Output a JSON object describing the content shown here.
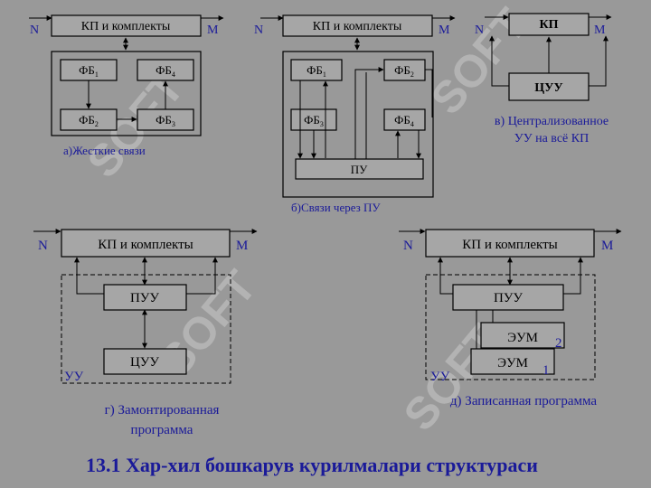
{
  "watermark": "SOFT",
  "panel_a": {
    "n": "N",
    "m": "M",
    "top": "КП и комплекты",
    "fb1": "ФБ",
    "fb1_sub": "1",
    "fb4": "ФБ",
    "fb4_sub": "4",
    "fb2": "ФБ",
    "fb2_sub": "2",
    "fb3": "ФБ",
    "fb3_sub": "3",
    "caption": "а)Жесткие связи"
  },
  "panel_b": {
    "n": "N",
    "m": "M",
    "top": "КП и комплекты",
    "fb1": "ФБ",
    "fb1_sub": "1",
    "fb2": "ФБ",
    "fb2_sub": "2",
    "fb3": "ФБ",
    "fb3_sub": "3",
    "fb4": "ФБ",
    "fb4_sub": "4",
    "pu": "ПУ",
    "caption": "б)Связи через ПУ"
  },
  "panel_c": {
    "n": "N",
    "m": "M",
    "top": "КП",
    "cuu": "ЦУУ",
    "caption1": "в) Централизованное",
    "caption2": "УУ на всё КП"
  },
  "panel_d": {
    "n": "N",
    "m": "M",
    "top": "КП и комплекты",
    "puu": "ПУУ",
    "cuu": "ЦУУ",
    "uu": "УУ",
    "caption1": "г) Замонтированная",
    "caption2": "программа"
  },
  "panel_e": {
    "n": "N",
    "m": "M",
    "top": "КП и комплекты",
    "puu": "ПУУ",
    "eum2": "ЭУМ",
    "eum2_num": "2",
    "eum1": "ЭУМ",
    "eum1_num": "1",
    "uu": "УУ",
    "caption": "д) Записанная программа"
  },
  "title": "13.1 Хар-хил бошкарув курилмалари структураси"
}
